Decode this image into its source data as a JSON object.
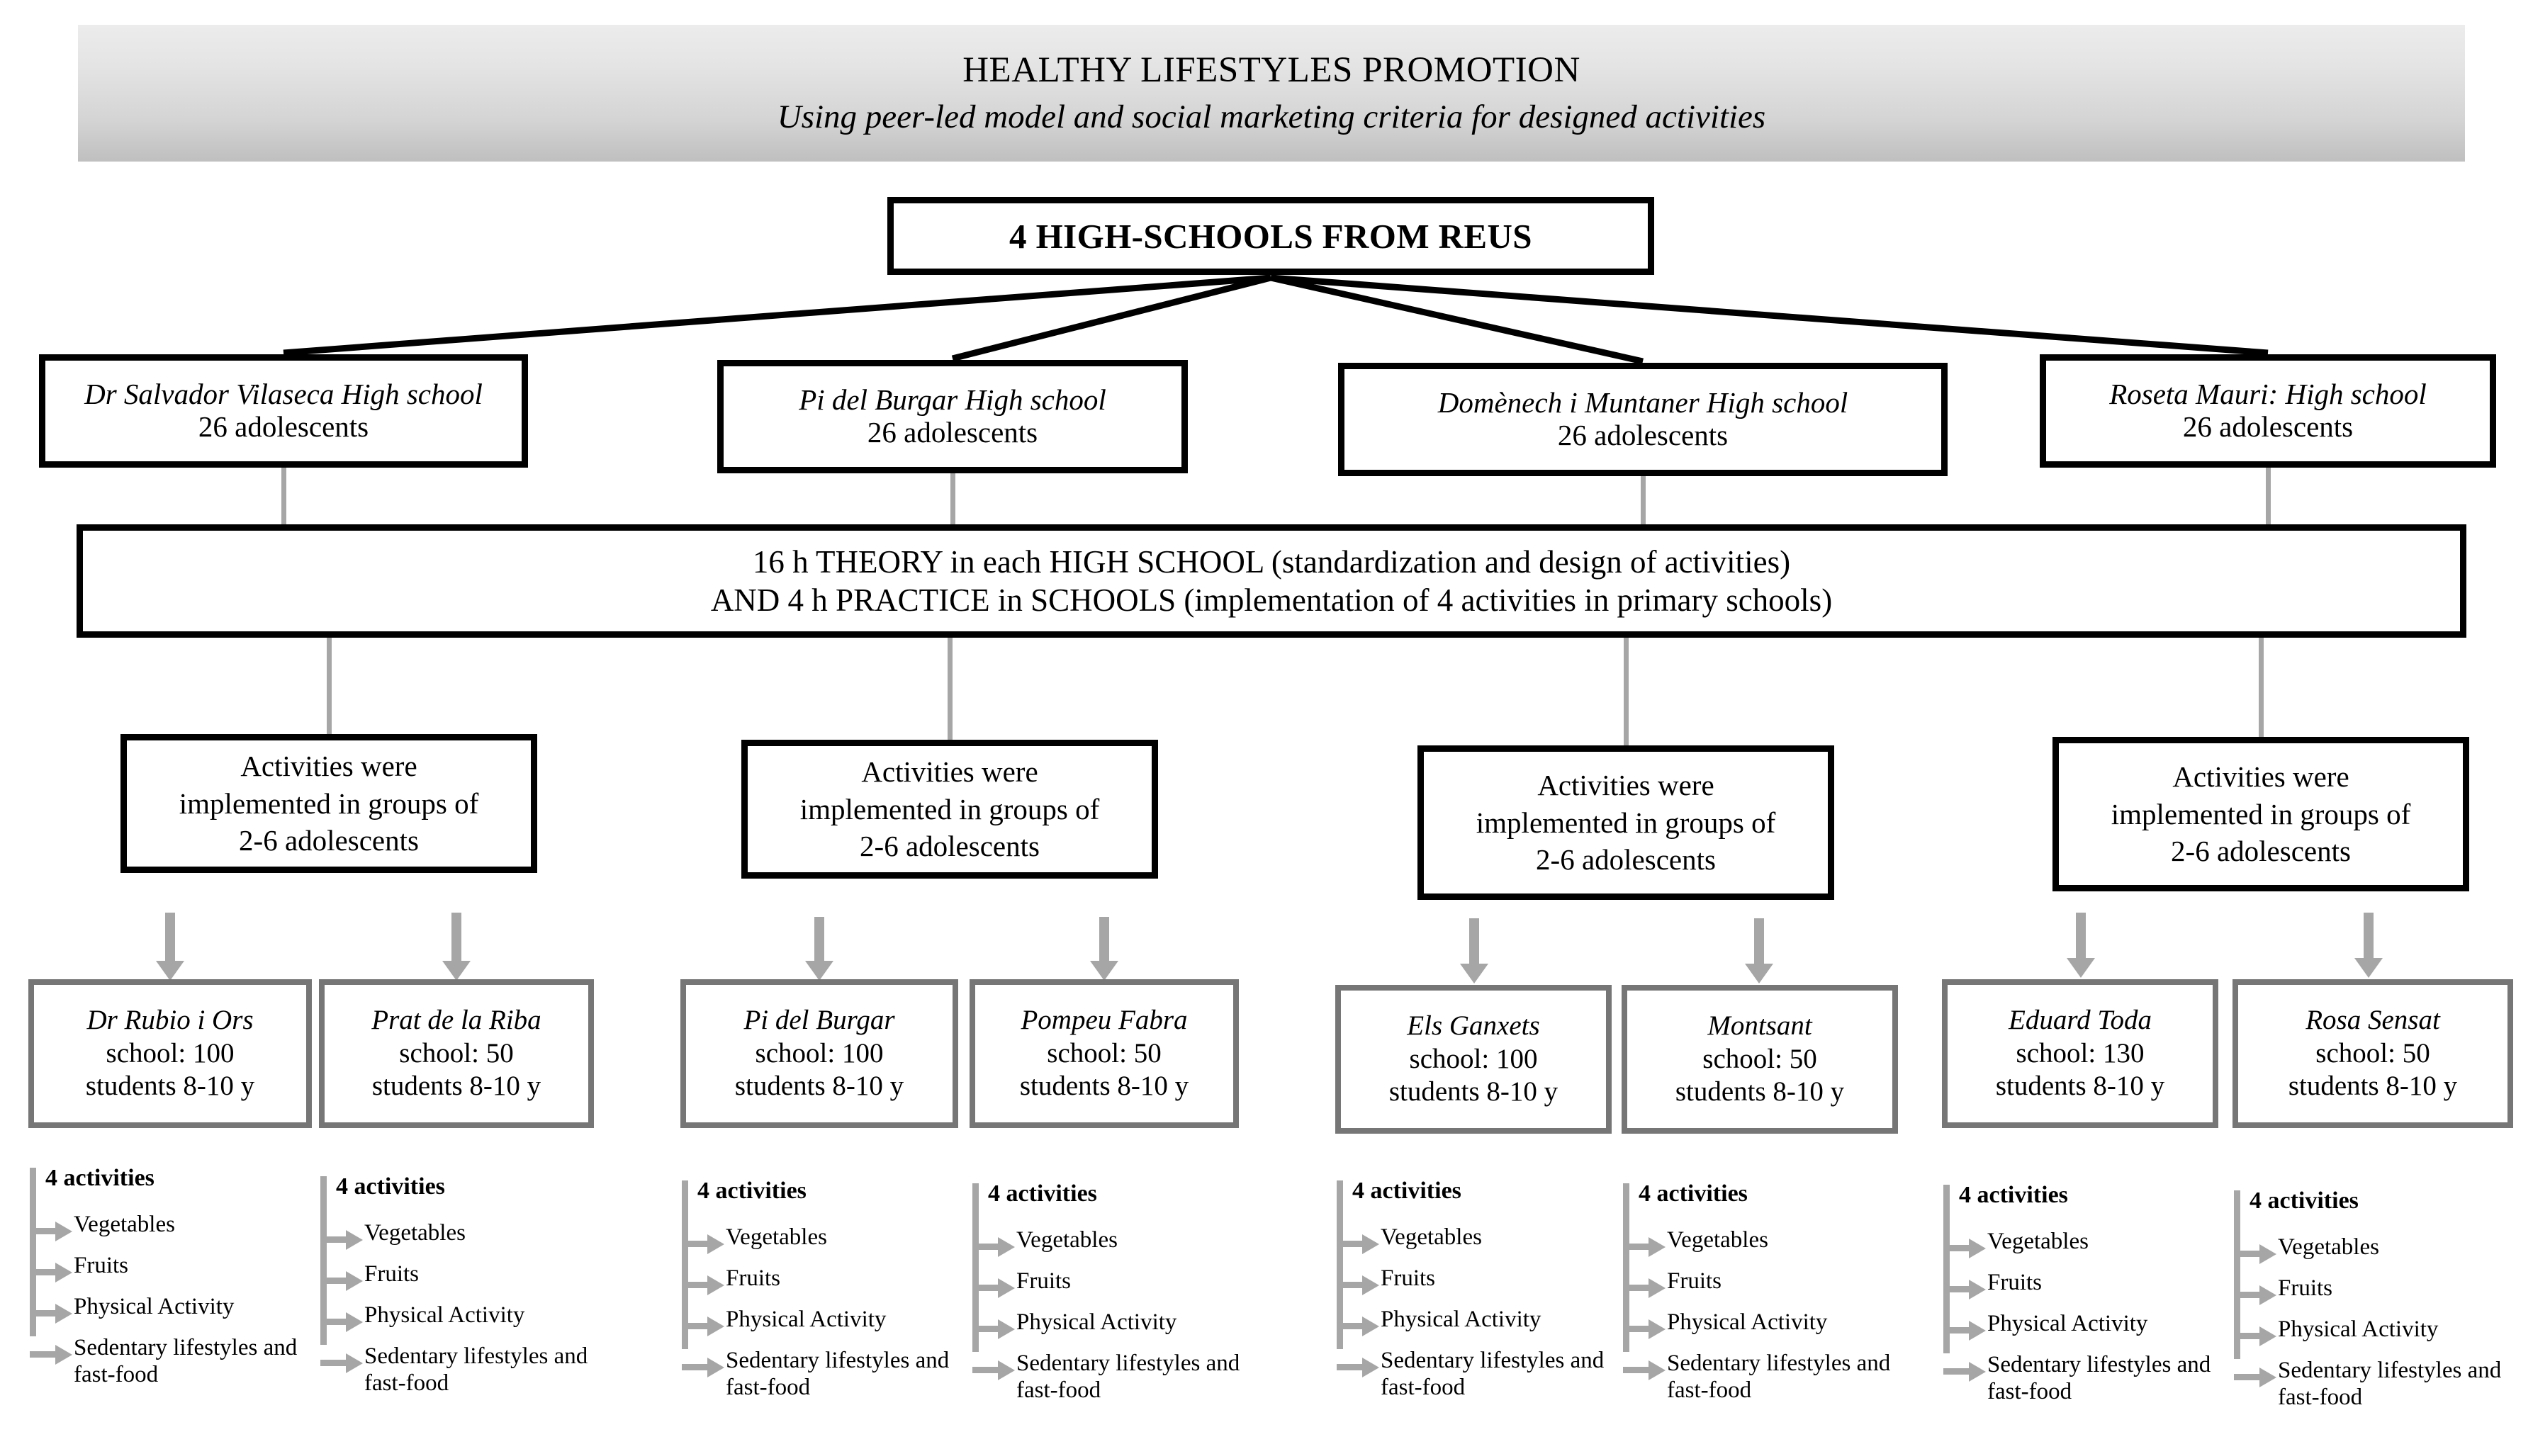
{
  "header": {
    "title": "HEALTHY LIFESTYLES PROMOTION",
    "subtitle": "Using peer-led model and social marketing criteria for designed activities"
  },
  "root": {
    "label": "4 HIGH-SCHOOLS FROM REUS"
  },
  "high_schools": [
    {
      "name": "Dr Salvador Vilaseca High school",
      "count": "26 adolescents"
    },
    {
      "name": "Pi del Burgar High school",
      "count": "26 adolescents"
    },
    {
      "name": "Domènech i Muntaner High school",
      "count": "26 adolescents"
    },
    {
      "name": "Roseta Mauri: High school",
      "count": "26 adolescents"
    }
  ],
  "theory": {
    "line1": "16 h THEORY in each HIGH SCHOOL (standardization and design of activities)",
    "line2": "AND 4 h PRACTICE in SCHOOLS (implementation of 4 activities in primary schools)"
  },
  "activities_were": {
    "line1": "Activities were",
    "line2": "implemented in groups of",
    "line3": "2-6 adolescents"
  },
  "primary_schools": [
    {
      "name": "Dr Rubio i Ors",
      "school_count": "school: 100",
      "students": "students 8-10 y"
    },
    {
      "name": "Prat de la Riba",
      "school_count": "school: 50",
      "students": "students 8-10 y"
    },
    {
      "name": "Pi del Burgar",
      "school_count": "school: 100",
      "students": "students 8-10 y"
    },
    {
      "name": "Pompeu Fabra",
      "school_count": "school: 50",
      "students": "students 8-10 y"
    },
    {
      "name": "Els Ganxets",
      "school_count": "school: 100",
      "students": "students 8-10 y"
    },
    {
      "name": "Montsant",
      "school_count": "school: 50",
      "students": "students 8-10 y"
    },
    {
      "name": "Eduard Toda",
      "school_count": "school: 130",
      "students": "students 8-10 y"
    },
    {
      "name": "Rosa Sensat",
      "school_count": "school: 50",
      "students": "students 8-10 y"
    }
  ],
  "activity_list": {
    "header": "4 activities",
    "items": [
      "Vegetables",
      "Fruits",
      "Physical Activity",
      "Sedentary lifestyles and fast-food"
    ]
  },
  "colors": {
    "box_black": "#000000",
    "box_gray": "#767676",
    "connector_gray": "#a6a6a6",
    "banner_top": "#ececec",
    "banner_bottom": "#bfbfbf",
    "page_background": "#ffffff"
  }
}
